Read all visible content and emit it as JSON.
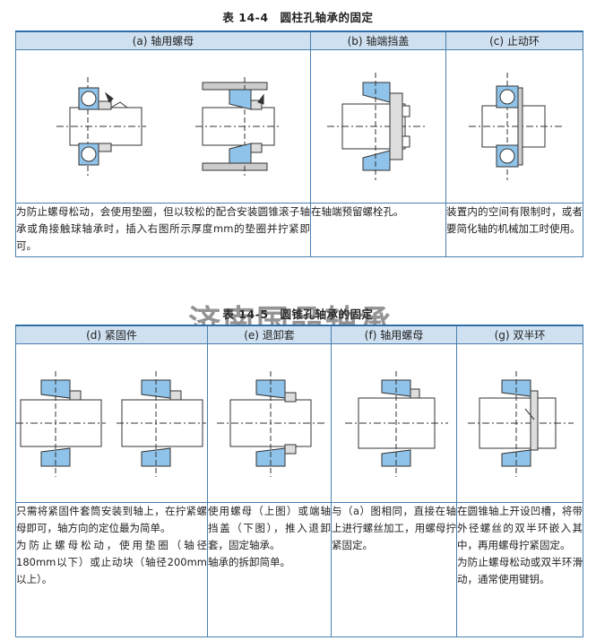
{
  "table1": {
    "title": "表 14-4　圆柱孔轴承的固定",
    "headers": [
      "(a)  轴用螺母",
      "(b)  轴端挡盖",
      "(c)  止动环"
    ],
    "descriptions": [
      "为防止螺母松动，会使用垫圈，但以较松的配合安装圆锥滚子轴承或角接触球轴承时，插入右图所示厚度mm的垫圈并拧紧即可。",
      "在轴端预留螺栓孔。",
      "装置内的空间有限制时，或者要简化轴的机械加工时使用。"
    ]
  },
  "table2": {
    "title": "表 14-5　圆锥孔轴承的固定",
    "headers": [
      "(d)  紧固件",
      "(e)  退卸套",
      "(f)  轴用螺母",
      "(g)  双半环"
    ],
    "descriptions": [
      [
        "只需将紧固件套筒安装到轴上，在拧紧螺母即可，轴方向的定位最为简单。",
        "为防止螺母松动，使用垫圈（轴径180mm以下）或止动块（轴径200mm以上）。"
      ],
      [
        "使用螺母（上图）或端轴挡盖（下图），推入退卸套，固定轴承。",
        "轴承的拆卸简单。"
      ],
      [
        "与（a）图相同，直接在轴上进行螺丝加工，用螺母拧紧固定。"
      ],
      [
        "在圆锥轴上开设凹槽，将带外径螺丝的双半环嵌入其中，再用螺母拧紧固定。",
        "为防止螺母松动或双半环滑动，通常使用键钥。"
      ]
    ]
  },
  "watermark": "济南国品轴承",
  "colors": {
    "border": "#4a7fae",
    "header_bg": "#cfe0f0",
    "bearing_blue": "#8fc3ea"
  }
}
